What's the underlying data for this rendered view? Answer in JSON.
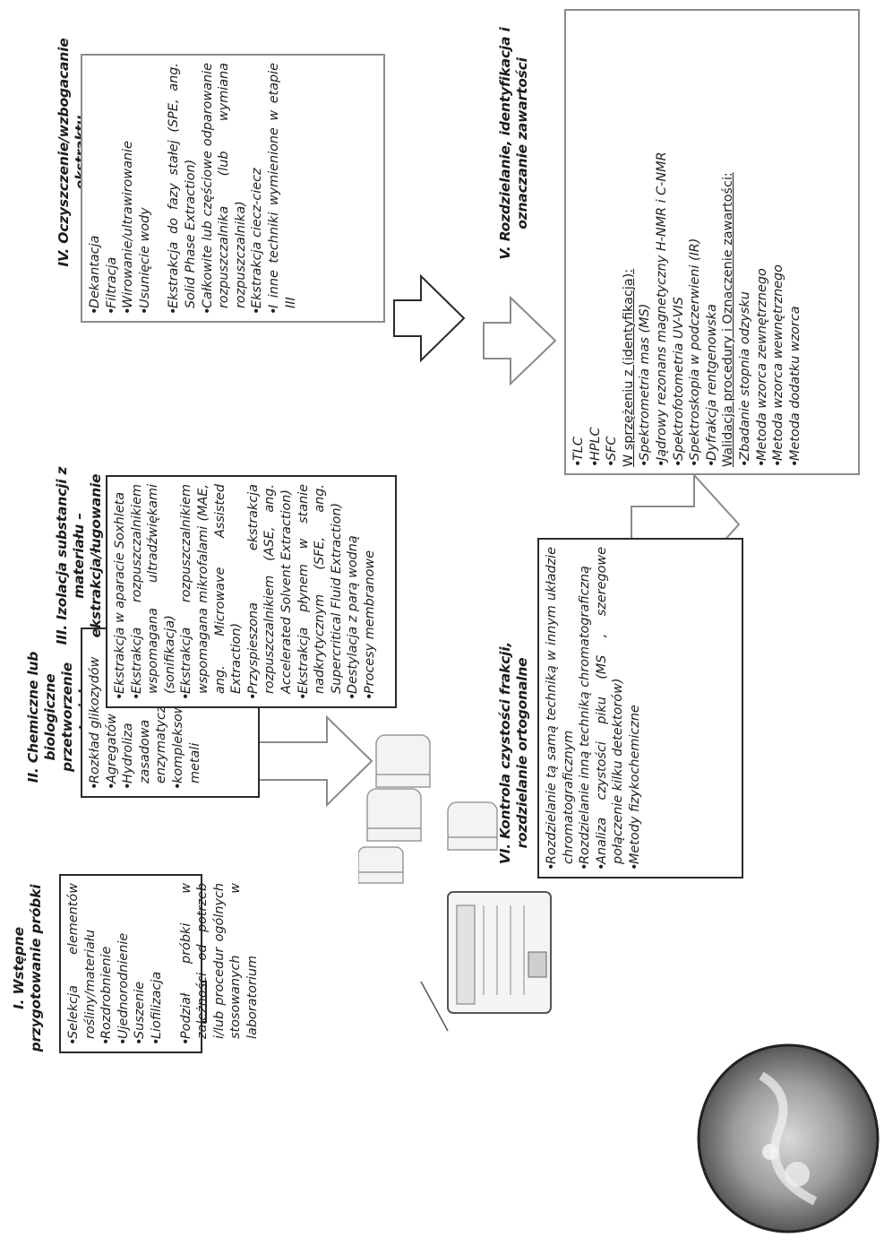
{
  "colors": {
    "dark_border": "#2a2a2a",
    "light_border": "#8c8c8c",
    "text": "#1f1f1f",
    "arrow_dark": "#2a2a2a",
    "arrow_light": "#8a8a8a"
  },
  "stage1": {
    "title": "I. Wstępne\nprzygotowanie próbki",
    "items": [
      {
        "text": "Selekcja elementów rośliny/materiału"
      },
      {
        "text": "Rozdrobnienie"
      },
      {
        "text": "Ujednorodnienie"
      },
      {
        "text": "Suszenie"
      },
      {
        "text": "Liofilizacja"
      },
      {
        "text": "Podział próbki w zależności od potrzeb i/lub procedur ogólnych stosowanych w laboratorium",
        "gap": true
      }
    ]
  },
  "stage2": {
    "title": "II. Chemiczne lub\nbiologiczne przetworzenie\nmateriału",
    "items": [
      {
        "text": "Rozkład glikozydów"
      },
      {
        "text": "Agregatów"
      },
      {
        "text": "Hydroliza kwaśna, zasadowa lub enzymatyczna"
      },
      {
        "text": "kompleksowanie metali"
      }
    ]
  },
  "stage3": {
    "title": "III. Izolacja substancji z\nmateriału –\nekstrakcja/ługowanie",
    "items": [
      {
        "text": "Ekstrakcja w aparacie Soxhleta"
      },
      {
        "text": "Ekstrakcja rozpuszczalnikiem wspomagana ultradźwiękami (sonifikacja)"
      },
      {
        "text": "Ekstrakcja rozpuszczalnikiem wspomagana mikrofalami (MAE, ang. Microwave Assisted Extraction)"
      },
      {
        "text": "Przyspieszona ekstrakcja rozpuszczalnikiem (ASE, ang. Accelerated Solvent Extraction)"
      },
      {
        "text": "Ekstrakcja płynem w stanie nadkrytycznym (SFE, ang. Supercritical Fluid Extraction)"
      },
      {
        "text": "Destylacja z parą wodną"
      },
      {
        "text": "Procesy membranowe"
      }
    ]
  },
  "stage4": {
    "title": "IV. Oczyszczenie/wzbogacanie\nekstraktu",
    "items": [
      {
        "text": "Dekantacja"
      },
      {
        "text": "Filtracja"
      },
      {
        "text": "Wirowanie/ultrawirowanie"
      },
      {
        "text": "Usunięcie wody"
      },
      {
        "text": "Ekstrakcja do fazy stałej (SPE, ang. Solid Phase Extraction)",
        "gap": true
      },
      {
        "text": "Całkowite lub częściowe odparowanie rozpuszczalnika (lub wymiana rozpuszczalnika)"
      },
      {
        "text": "Ekstrakcja ciecz-ciecz"
      },
      {
        "text": "I inne techniki wymienione w etapie III"
      }
    ]
  },
  "stage5": {
    "title": "V. Rozdzielanie, identyfikacja i\noznaczanie zawartości",
    "items": [
      {
        "text": "TLC"
      },
      {
        "text": "HPLC"
      },
      {
        "text": "SFC"
      },
      {
        "text": "W sprzężeniu z (identyfikacja):",
        "head": true
      },
      {
        "text": "Spektrometria mas (MS)"
      },
      {
        "text": "Jądrowy rezonans magnetyczny H-NMR i C-NMR"
      },
      {
        "text": "Spektrofotometria UV-VIS"
      },
      {
        "text": "Spektroskopia w podczerwieni (IR)"
      },
      {
        "text": "Dyfrakcja rentgenowska"
      },
      {
        "text": "Walidacja procedury i Oznaczenie zawartości:",
        "head": true
      },
      {
        "text": "Zbadanie stopnia odzysku"
      },
      {
        "text": "Metoda wzorca zewnętrznego"
      },
      {
        "text": "Metoda wzorca wewnętrznego"
      },
      {
        "text": "Metoda dodatku wzorca"
      }
    ]
  },
  "stage6": {
    "title": "VI. Kontrola czystości frakcji,\nrozdzielanie ortogonalne",
    "items": [
      {
        "text": "Rozdzielanie tą samą techniką w innym układzie chromatograficznym"
      },
      {
        "text": "Rozdzielanie inną techniką chromatograficzną"
      },
      {
        "text": "Analiza czystości piku (MS , szeregowe połączenie kilku detektorów)"
      },
      {
        "text": "Metody fizykochemiczne"
      }
    ]
  },
  "icons": {
    "photo": "plant-sample-photo",
    "device": "lab-device-icon",
    "vials": "sample-vials-icon"
  }
}
